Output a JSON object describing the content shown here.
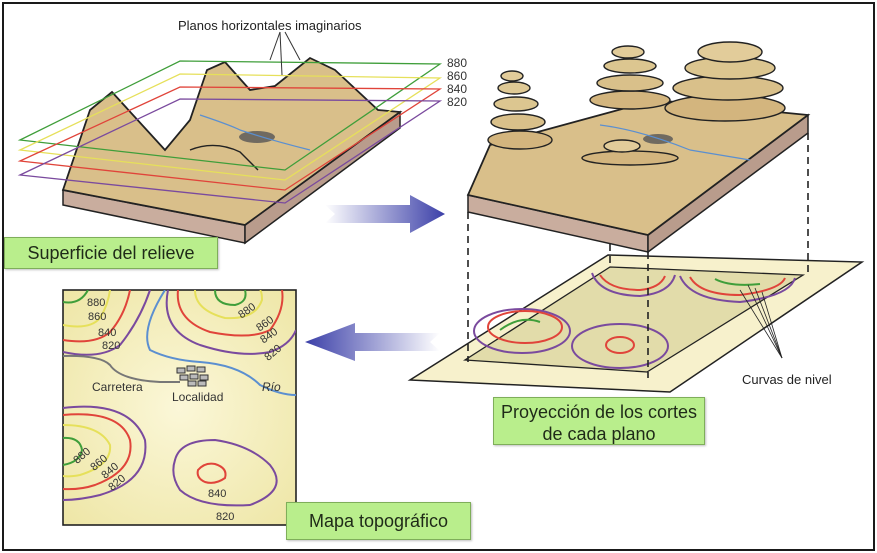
{
  "title_labels": {
    "planes": "Planos horizontales imaginarios",
    "surface": "Superficie del relieve",
    "projection_line1": "Proyección de los cortes",
    "projection_line2": "de cada plano",
    "contour_lines": "Curvas de nivel",
    "topo_map": "Mapa topográfico"
  },
  "plane_levels": [
    {
      "value": "880",
      "color": "#3f9e3a"
    },
    {
      "value": "860",
      "color": "#e6e05a"
    },
    {
      "value": "840",
      "color": "#e0443a"
    },
    {
      "value": "820",
      "color": "#7a4a9e"
    }
  ],
  "map": {
    "labels": {
      "road": "Carretera",
      "town": "Localidad",
      "river": "Río"
    },
    "contour_labels_top_left": [
      "880",
      "860",
      "840",
      "820"
    ],
    "contour_labels_top_right": [
      "880",
      "860",
      "840",
      "820"
    ],
    "contour_labels_bottom_left": [
      "880",
      "860",
      "840",
      "820"
    ],
    "contour_labels_bottom_center": [
      "840",
      "820"
    ]
  },
  "colors": {
    "label_bg": "#b9ee8c",
    "terrain": "#d9bf8a",
    "soil_side": "#c9ad9e",
    "map_bg": "#f6efb8",
    "river": "#5b8fd0",
    "arrow": "#3b3fa8"
  }
}
